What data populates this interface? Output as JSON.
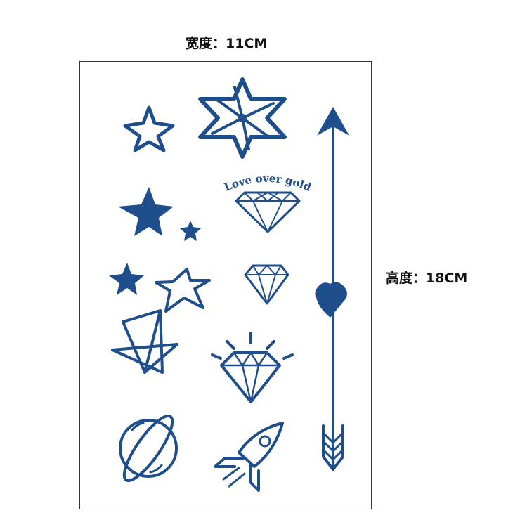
{
  "labels": {
    "width": "宽度：11CM",
    "height": "高度：18CM",
    "motto": "Love over gold"
  },
  "colors": {
    "ink": "#1f4e8c",
    "text": "#111111",
    "border": "#333333"
  },
  "icons": [
    "outline-star-icon",
    "hexagram-pinwheel-icon",
    "solid-star-large-icon",
    "solid-star-small-icon",
    "diamond-gem-icon",
    "solid-star-icon",
    "outline-star-icon",
    "small-diamond-icon",
    "pentagram-icon",
    "sparkling-diamond-icon",
    "planet-icon",
    "rocket-icon",
    "arrow-with-heart-icon"
  ]
}
